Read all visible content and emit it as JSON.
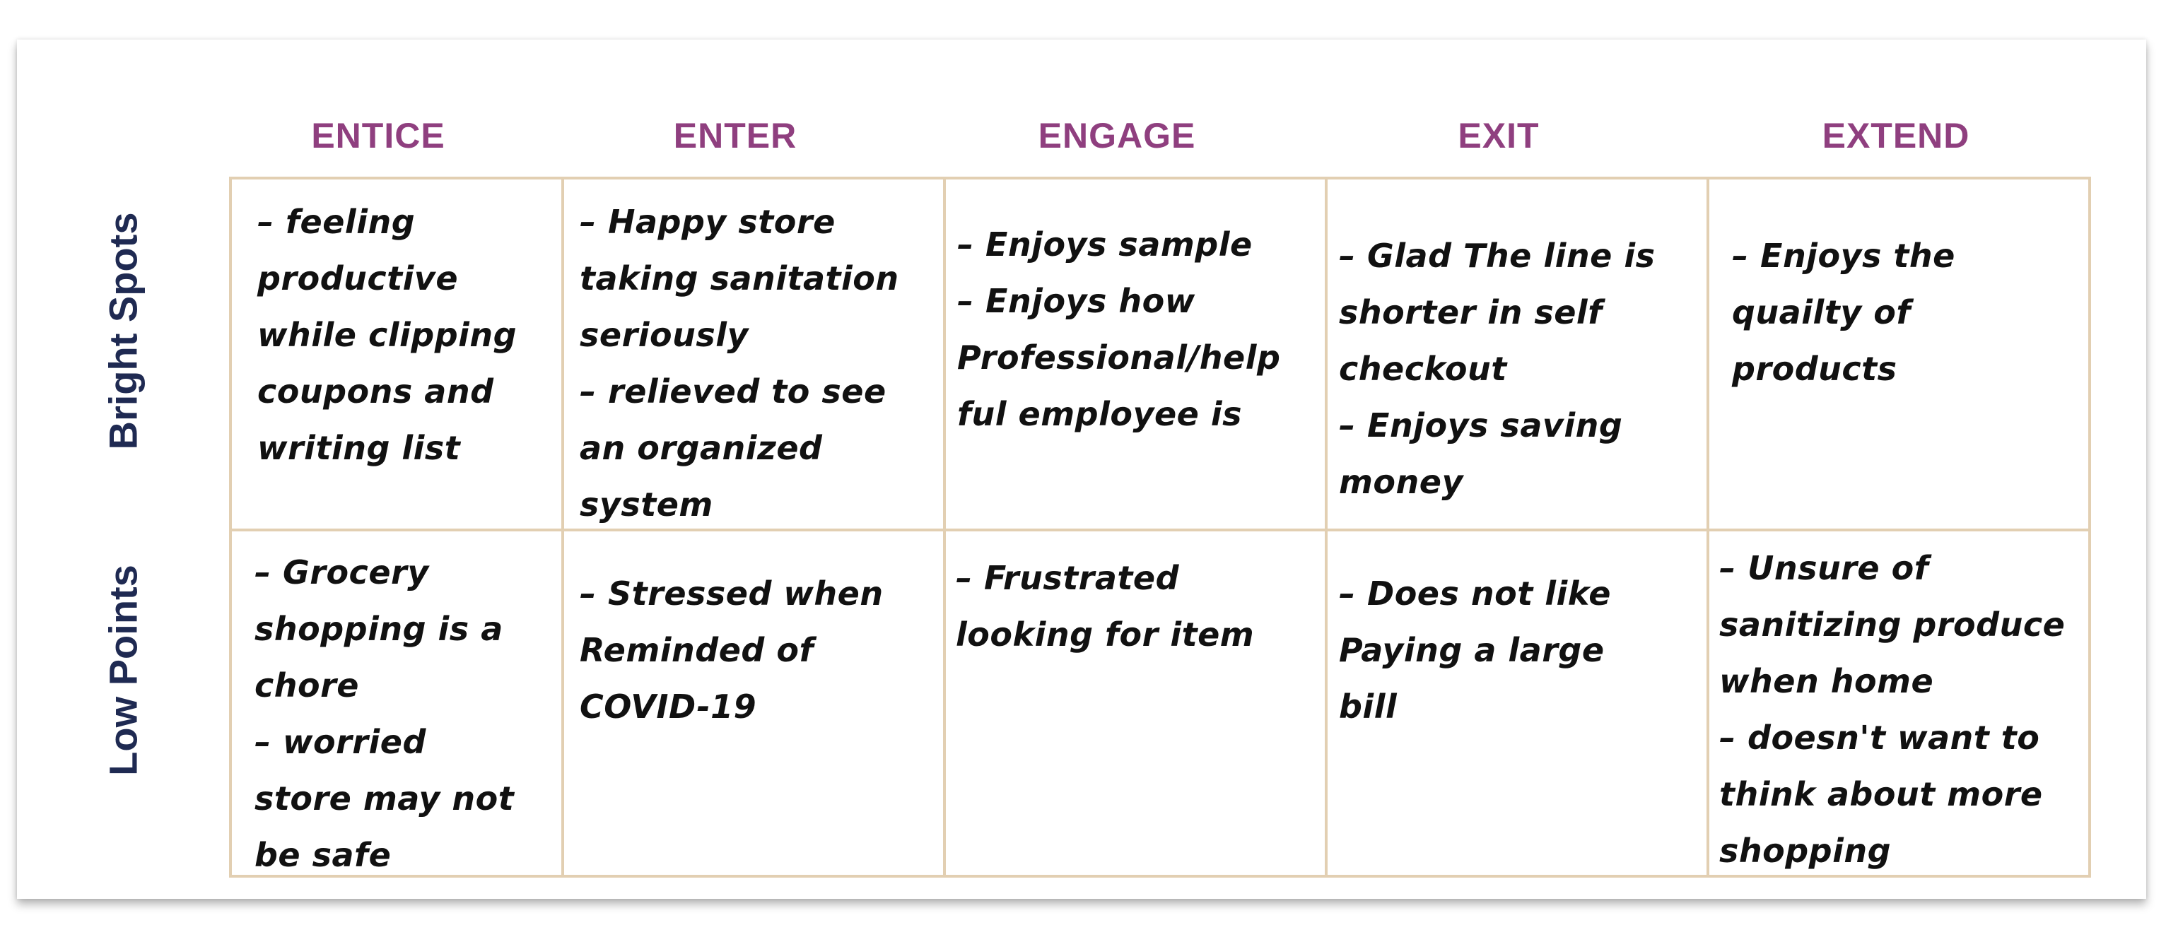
{
  "columns": [
    "ENTICE",
    "ENTER",
    "ENGAGE",
    "EXIT",
    "EXTEND"
  ],
  "rows": [
    "Bright Spots",
    "Low Points"
  ],
  "cells": {
    "bright": [
      "– feeling\nproductive\nwhile clipping\ncoupons and\nwriting list",
      "– Happy store\ntaking sanitation\nseriously\n– relieved to see\nan organized\nsystem",
      "– Enjoys sample\n– Enjoys how\nProfessional/help\nful employee is",
      "– Glad The line is\nshorter in self\ncheckout\n– Enjoys saving\nmoney",
      "– Enjoys the\nquailty of\nproducts"
    ],
    "low": [
      "– Grocery\nshopping is a\nchore\n– worried\nstore may not\nbe safe",
      "– Stressed when\nReminded of\nCOVID-19",
      "– Frustrated\nlooking for item",
      "– Does not like\nPaying a large\nbill",
      "– Unsure of\nsanitizing produce\nwhen home\n– doesn't want to\nthink about more\nshopping"
    ]
  },
  "colors": {
    "column_header": "#8f3f7f",
    "row_label": "#1f2a52",
    "grid_line": "#e2cfb2",
    "note_text": "#111111"
  }
}
